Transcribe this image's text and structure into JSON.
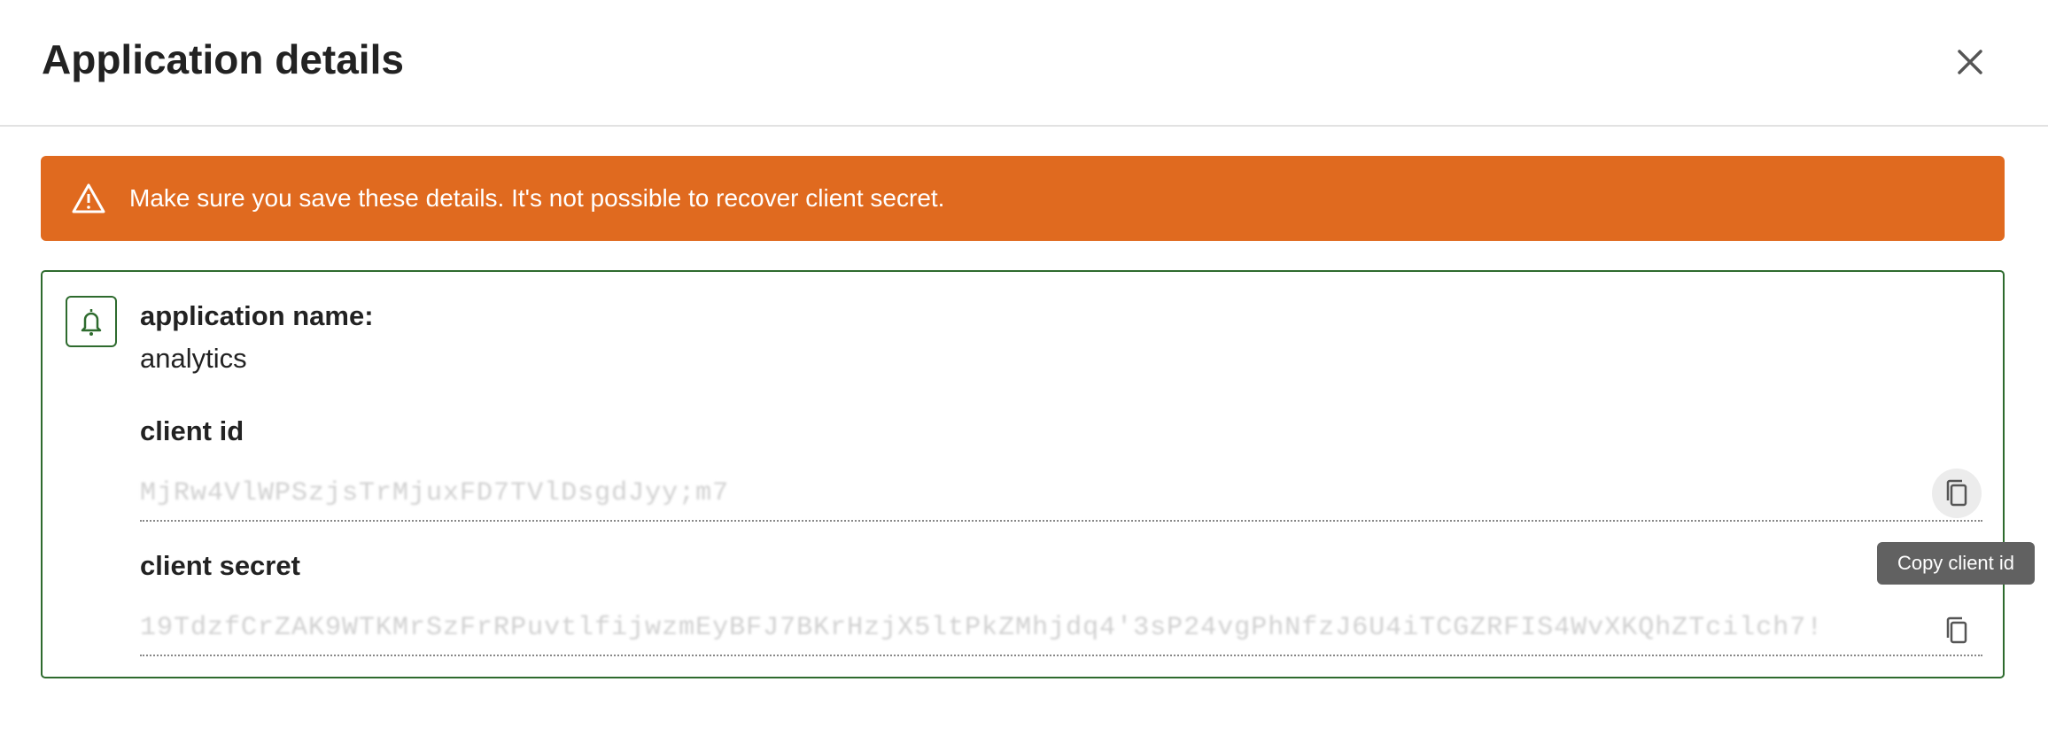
{
  "dialog": {
    "title": "Application details",
    "close_icon": "close-icon"
  },
  "alert": {
    "message": "Make sure you save these details. It's not possible to recover client secret.",
    "color": "#e06a1f",
    "icon": "warning-icon"
  },
  "details": {
    "icon": "bell-icon",
    "app_name_label": "application name:",
    "app_name_value": "analytics",
    "client_id_label": "client id",
    "client_id_value": "MjRw4VlWPSzjsTrMjuxFD7TVlDsgdJyy;m7",
    "client_secret_label": "client secret",
    "client_secret_value": "19TdzfCrZAK9WTKMrSzFrRPuvtlfijwzmEyBFJ7BKrHzjX5ltPkZMhjdq4'3sP24vgPhNfzJ6U4iTCGZRFIS4WvXKQhZTcilch7!",
    "copy_tooltip": "Copy client id"
  }
}
